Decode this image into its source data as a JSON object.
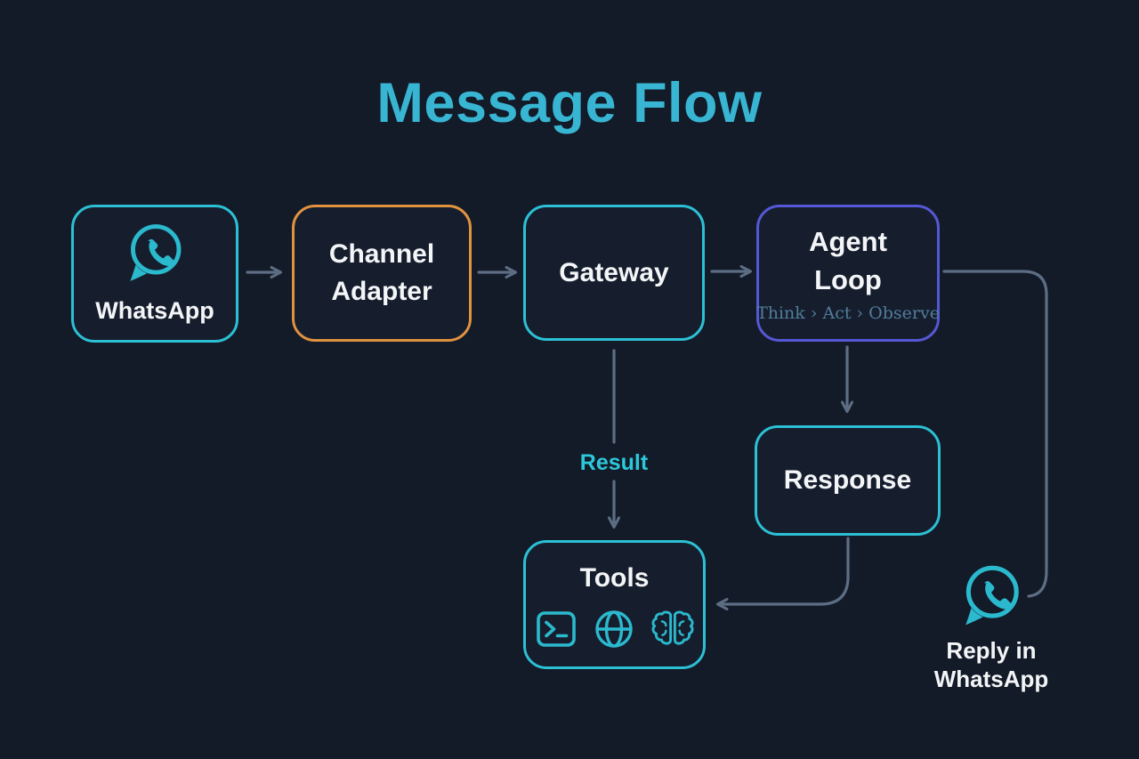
{
  "title": "Message Flow",
  "nodes": {
    "whatsapp": {
      "label": "WhatsApp"
    },
    "channel_adapter": {
      "label": "Channel Adapter"
    },
    "gateway": {
      "label": "Gateway"
    },
    "agent_loop": {
      "label": "Agent Loop",
      "subtitle": "Think › Act › Observe"
    },
    "response": {
      "label": "Response"
    },
    "tools": {
      "label": "Tools"
    },
    "reply": {
      "label": "Reply in WhatsApp"
    }
  },
  "edges": {
    "result_label": "Result"
  },
  "icons": {
    "whatsapp": "whatsapp-icon",
    "reply_whatsapp": "whatsapp-icon",
    "tools": [
      "terminal-icon",
      "globe-icon",
      "brain-icon"
    ]
  },
  "colors": {
    "background": "#131a28",
    "node_fill": "#161e2e",
    "teal_border": "#2cc0d4",
    "orange_border": "#e0923f",
    "purple_border": "#5558d6",
    "connector": "#5d6e84",
    "title_text": "#38b5d2",
    "result_text": "#2cc8da",
    "label_text": "#f3f5f7",
    "subtitle_text": "#517d99",
    "icon_teal": "#2bb9ce"
  }
}
